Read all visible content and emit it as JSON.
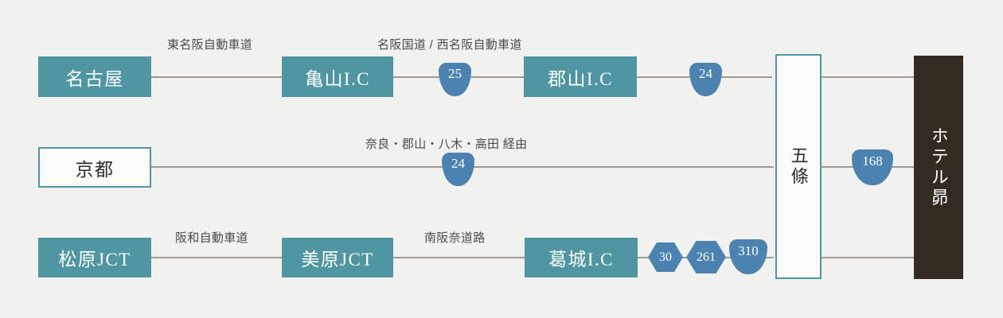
{
  "diagram": {
    "title": "access-route-diagram",
    "background_color": "#f1f1ef",
    "line_color": "#9d9a96",
    "node_fill_color": "#4f96a2",
    "node_outline_color": "#4f96a2",
    "shield_color": "#4b82b0",
    "destination_color": "#332b22"
  },
  "routes": [
    {
      "id": "row-nagoya",
      "labels": [
        {
          "text": "東名阪自動車道"
        },
        {
          "text": "名阪国道 / 西名阪自動車道"
        }
      ],
      "nodes": [
        {
          "text": "名古屋",
          "style": "filled"
        },
        {
          "text": "亀山I.C",
          "style": "filled"
        },
        {
          "text": "郡山I.C",
          "style": "filled"
        }
      ],
      "shields": [
        {
          "number": "25",
          "kind": "national"
        },
        {
          "number": "24",
          "kind": "national"
        }
      ]
    },
    {
      "id": "row-kyoto",
      "labels": [
        {
          "text": "奈良・郡山・八木・高田 経由"
        }
      ],
      "nodes": [
        {
          "text": "京都",
          "style": "outlined"
        }
      ],
      "shields": [
        {
          "number": "24",
          "kind": "national"
        }
      ]
    },
    {
      "id": "row-matsubara",
      "labels": [
        {
          "text": "阪和自動車道"
        },
        {
          "text": "南阪奈道路"
        }
      ],
      "nodes": [
        {
          "text": "松原JCT",
          "style": "filled"
        },
        {
          "text": "美原JCT",
          "style": "filled"
        },
        {
          "text": "葛城I.C",
          "style": "filled"
        }
      ],
      "shields": [
        {
          "number": "30",
          "kind": "prefectural"
        },
        {
          "number": "261",
          "kind": "prefectural"
        },
        {
          "number": "310",
          "kind": "national"
        }
      ]
    }
  ],
  "junction": {
    "text": "五條"
  },
  "destination": {
    "text": "ホテル昴"
  },
  "final_shield": {
    "number": "168",
    "kind": "national"
  }
}
